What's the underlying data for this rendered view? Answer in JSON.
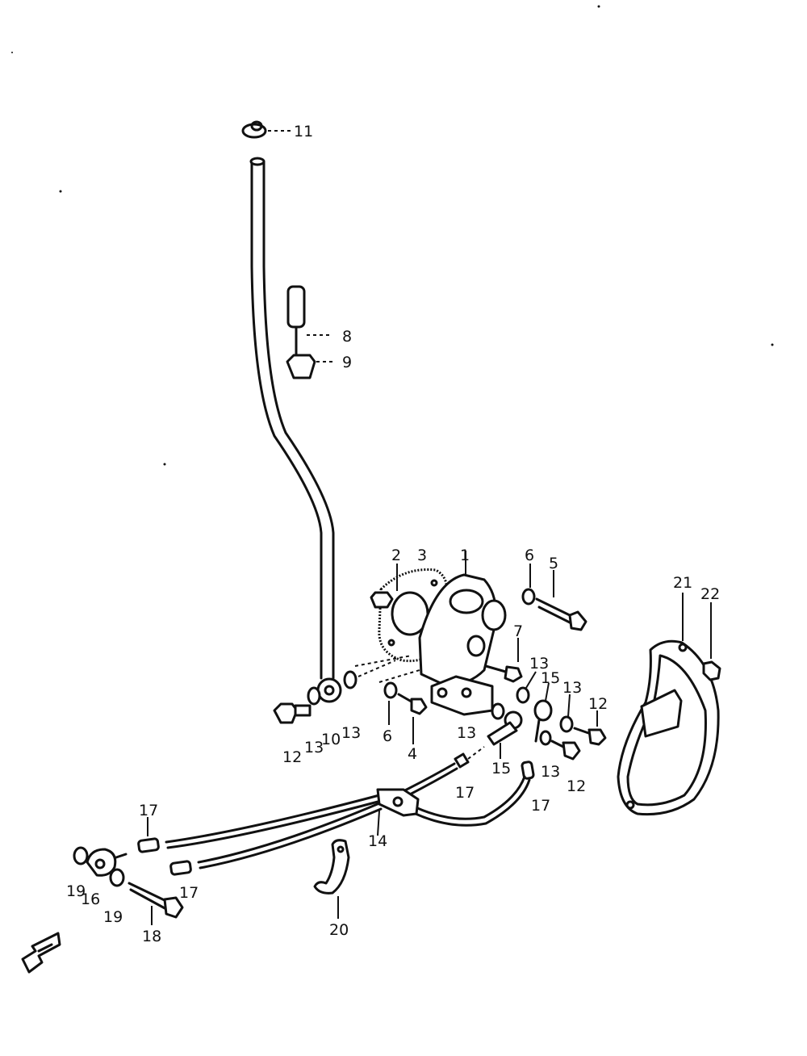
{
  "callouts": {
    "c1": "1",
    "c2": "2",
    "c3": "3",
    "c4": "4",
    "c5": "5",
    "c6a": "6",
    "c6b": "6",
    "c7": "7",
    "c8": "8",
    "c9": "9",
    "c10": "10",
    "c11": "11",
    "c12a": "12",
    "c12b": "12",
    "c12c": "12",
    "c13a": "13",
    "c13b": "13",
    "c13c": "13",
    "c13d": "13",
    "c13e": "13",
    "c14": "14",
    "c15a": "15",
    "c15b": "15",
    "c16": "16",
    "c17a": "17",
    "c17b": "17",
    "c17c": "17",
    "c17d": "17",
    "c18": "18",
    "c19a": "19",
    "c19b": "19",
    "c20": "20",
    "c21": "21",
    "c22": "22"
  },
  "icons": {
    "front_arrow": "front-direction-arrow"
  }
}
